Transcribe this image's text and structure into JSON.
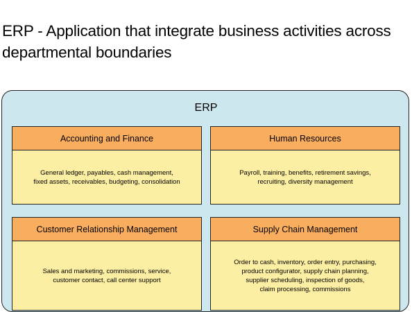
{
  "title": {
    "line1": "ERP - Application that integrate business activities across",
    "line2": "departmental boundaries"
  },
  "erp_label": "ERP",
  "modules": [
    {
      "header": "Accounting and Finance",
      "lines": [
        "General ledger, payables, cash management,",
        "fixed assets, receivables, budgeting, consolidation"
      ]
    },
    {
      "header": "Human Resources",
      "lines": [
        "Payroll, training, benefits, retirement savings,",
        "recruiting, diversity management"
      ]
    },
    {
      "header": "Customer Relationship Management",
      "lines": [
        "Sales and marketing, commissions, service,",
        "customer contact, call center support"
      ]
    },
    {
      "header": "Supply Chain Management",
      "lines": [
        "Order to cash, inventory, order entry, purchasing,",
        "product configurator, supply chain planning,",
        "supplier scheduling, inspection of goods,",
        "claim processing, commissions"
      ]
    }
  ],
  "colors": {
    "container_fill": "#cce8ee",
    "header_fill": "#f9ad5e",
    "body_fill": "#fcefa3",
    "border": "#222222"
  }
}
